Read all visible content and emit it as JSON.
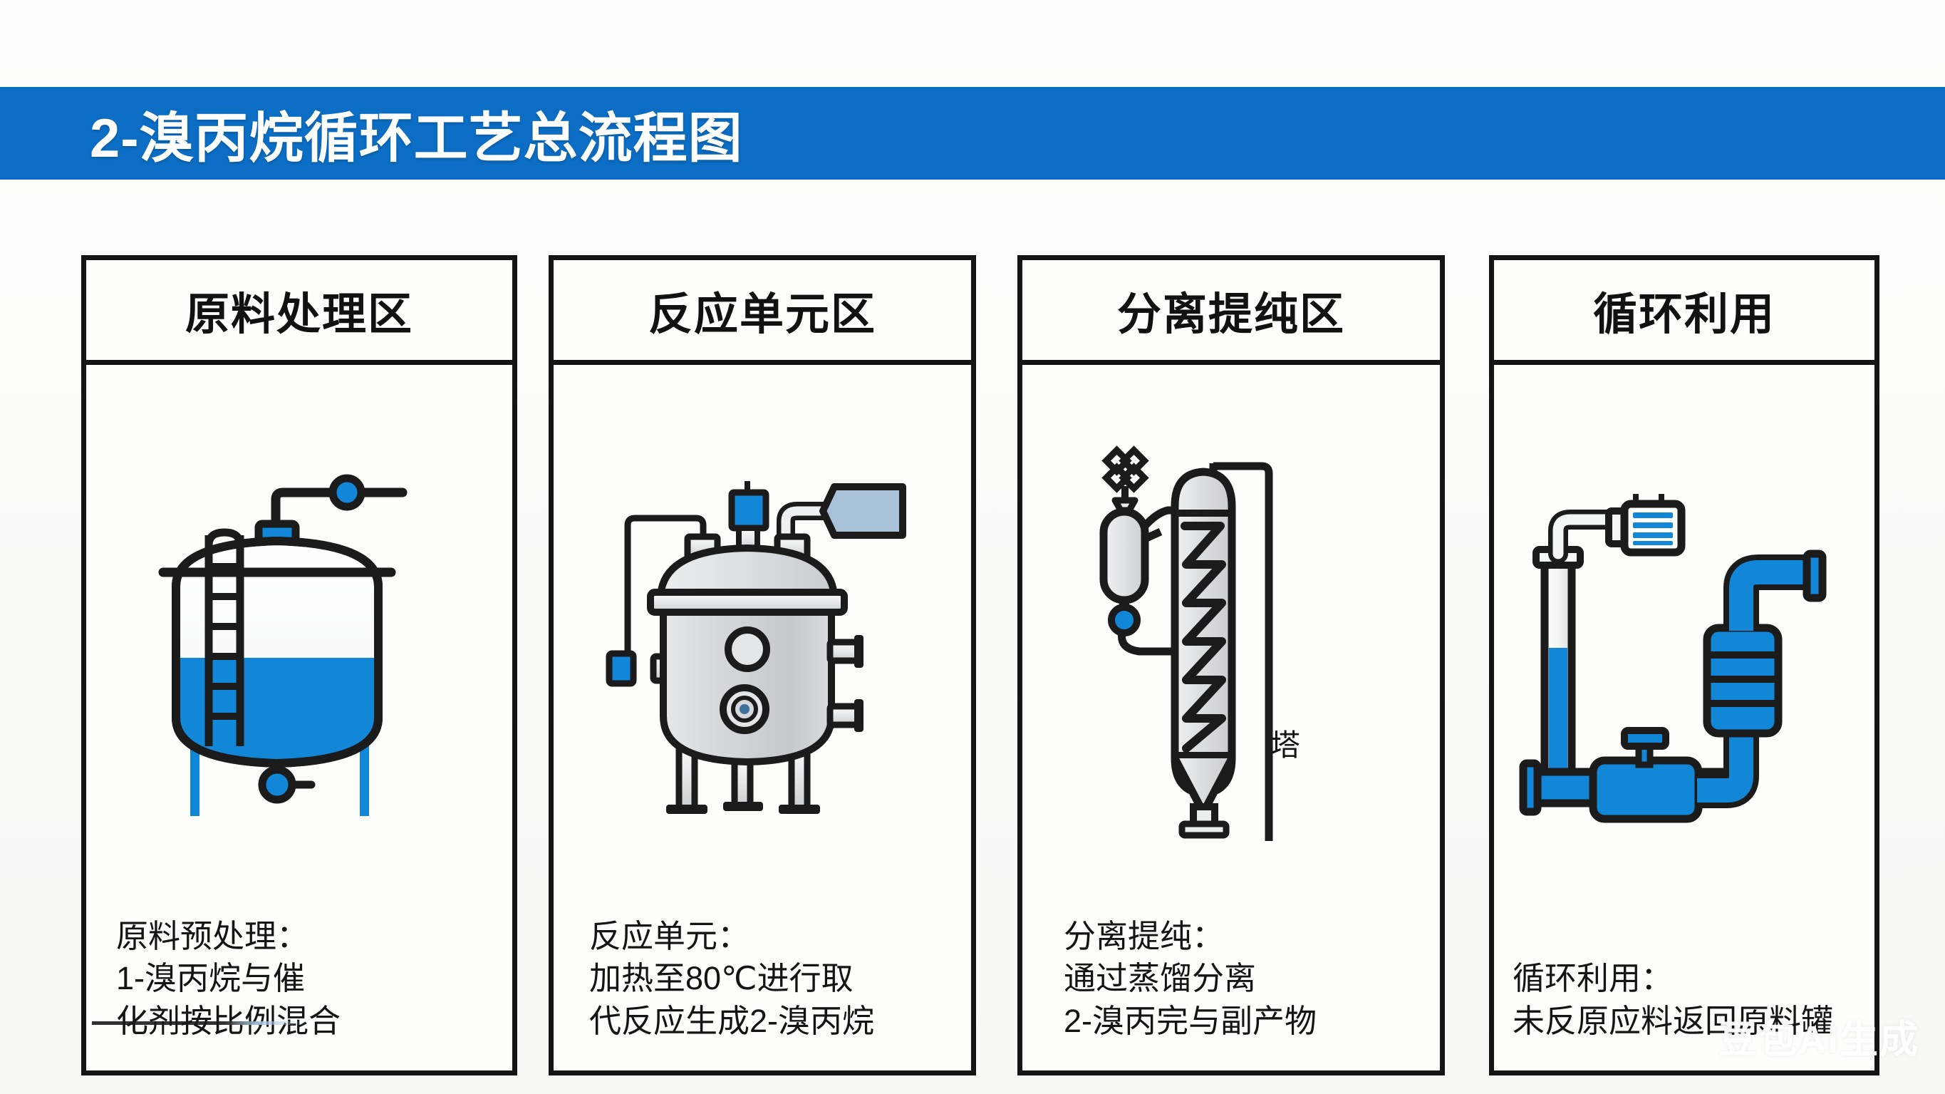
{
  "header": {
    "title": "2-溴丙烷循环工艺总流程图",
    "band_color": "#0b6dc3",
    "text_color": "#ffffff"
  },
  "watermark": {
    "text": "豆包AI生成"
  },
  "palette": {
    "accent_blue": "#1287d8",
    "deep_blue": "#0b6dc3",
    "outline": "#1b1b1b",
    "metal_light": "#f2f2f2",
    "metal_mid": "#d2d3d5",
    "metal_dark": "#b9bcc0",
    "gray_blue": "#a9c2d9",
    "panel_bg": "#fdfdfc"
  },
  "panels": [
    {
      "id": "raw-material",
      "title": "原料处理区",
      "equipment": "storage-tank",
      "equipment_label": "",
      "caption_lines": [
        "原料预处理：",
        "1-溴丙烷与催",
        "化剂按比例混合"
      ]
    },
    {
      "id": "reaction-unit",
      "title": "反应单元区",
      "equipment": "reactor-vessel",
      "equipment_label": "",
      "caption_lines": [
        "反应单元：",
        "加热至80℃进行取",
        "代反应生成2-溴丙烷"
      ]
    },
    {
      "id": "separation",
      "title": "分离提纯区",
      "equipment": "distillation-column",
      "equipment_label": "塔",
      "caption_lines": [
        "分离提纯：",
        "通过蒸馏分离",
        "2-溴丙完与副产物"
      ]
    },
    {
      "id": "recycle",
      "title": "循环利用",
      "equipment": "piping-heat-exchanger",
      "equipment_label": "",
      "caption_lines": [
        "循环利用：",
        "未反原应料返回原料罐"
      ]
    }
  ]
}
